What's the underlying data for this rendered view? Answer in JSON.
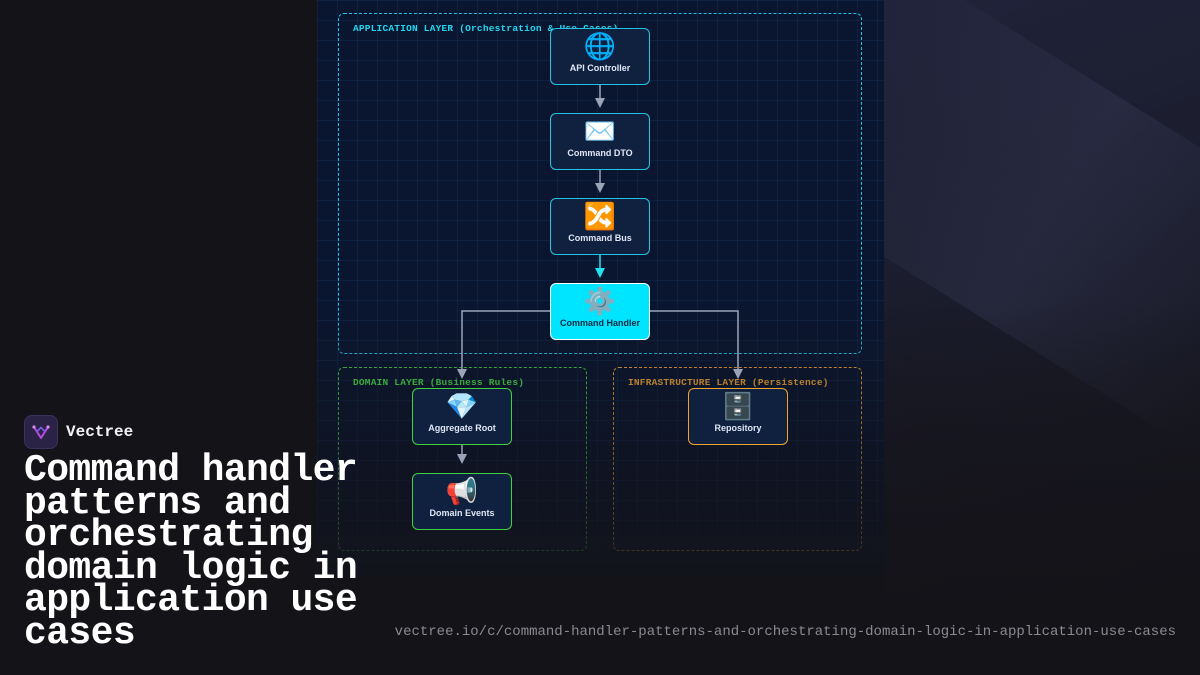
{
  "colors": {
    "application": "#22c3e6",
    "domain": "#3fd13f",
    "infrastructure": "#f2a230",
    "handler_fill": "#00e5ff",
    "wire": "#9aa3b8",
    "wire_active": "#22e0f0"
  },
  "layers": {
    "application": {
      "title": "APPLICATION LAYER (Orchestration & Use Cases)"
    },
    "domain": {
      "title": "DOMAIN LAYER (Business Rules)"
    },
    "infrastructure": {
      "title": "INFRASTRUCTURE LAYER (Persistence)"
    }
  },
  "nodes": {
    "api_controller": {
      "icon": "globe-icon",
      "glyph": "🌐",
      "label": "API Controller"
    },
    "command_dto": {
      "icon": "envelope-icon",
      "glyph": "✉️",
      "label": "Command DTO"
    },
    "command_bus": {
      "icon": "shuffle-icon",
      "glyph": "🔀",
      "label": "Command Bus"
    },
    "command_handler": {
      "icon": "gear-icon",
      "glyph": "⚙️",
      "label": "Command Handler"
    },
    "aggregate_root": {
      "icon": "gem-icon",
      "glyph": "💎",
      "label": "Aggregate Root"
    },
    "domain_events": {
      "icon": "megaphone-icon",
      "glyph": "📢",
      "label": "Domain Events"
    },
    "repository": {
      "icon": "file-cabinet-icon",
      "glyph": "🗄️",
      "label": "Repository"
    }
  },
  "brand": {
    "name": "Vectree",
    "icon": "vectree-logo-icon"
  },
  "headline": "Command handler patterns and orchestrating domain logic in application use cases",
  "url": "vectree.io/c/command-handler-patterns-and-orchestrating-domain-logic-in-application-use-cases"
}
